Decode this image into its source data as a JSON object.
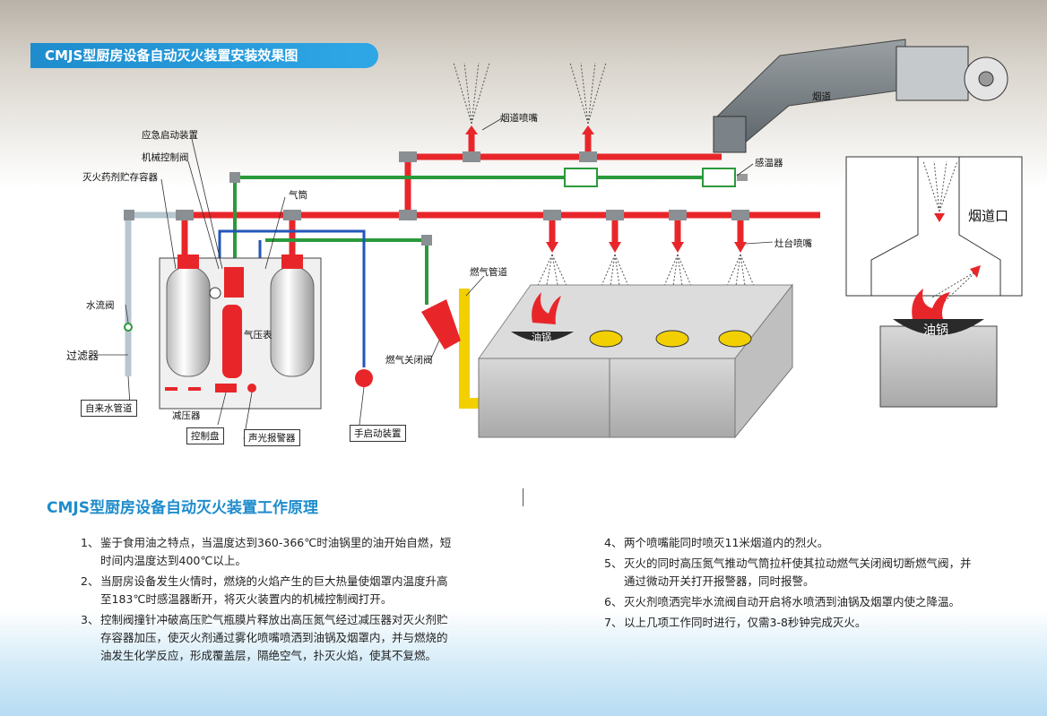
{
  "header": {
    "title": "CMJS型厨房设备自动灭火装置安装效果图"
  },
  "labels": {
    "emergency_start": "应急启动装置",
    "mechanical_valve": "机械控制阀",
    "agent_container": "灭火药剂贮存容器",
    "gas_cylinder": "气筒",
    "flue_nozzle": "烟道喷嘴",
    "temp_sensor": "感温器",
    "flue": "烟道",
    "stove_nozzle": "灶台喷嘴",
    "gas_pipe": "燃气管道",
    "gas_shutoff": "燃气关闭阀",
    "water_valve": "水流阀",
    "filter": "过滤器",
    "tap_water": "自来水管道",
    "reducer": "减压器",
    "control_panel": "控制盘",
    "alarm": "声光报警器",
    "manual_start": "手启动装置",
    "pressure_gauge": "气压表",
    "wok_left": "油锅",
    "flue_mouth": "烟道口",
    "wok_right": "油锅"
  },
  "principle": {
    "title": "CMJS型厨房设备自动灭火装置工作原理",
    "left_items": [
      {
        "num": "1、",
        "text": "鉴于食用油之特点，当温度达到360-366℃时油锅里的油开始自燃，短时间内温度达到400℃以上。"
      },
      {
        "num": "2、",
        "text": "当厨房设备发生火情时，燃烧的火焰产生的巨大热量使烟罩内温度升高至183℃时感温器断开，将灭火装置内的机械控制阀打开。"
      },
      {
        "num": "3、",
        "text": "控制阀撞针冲破高压贮气瓶膜片释放出高压氮气经过减压器对灭火剂贮存容器加压，使灭火剂通过雾化喷嘴喷洒到油锅及烟罩内，并与燃烧的油发生化学反应，形成覆盖层，隔绝空气，扑灭火焰，使其不复燃。"
      }
    ],
    "right_items": [
      {
        "num": "4、",
        "text": "两个喷嘴能同时喷灭11米烟道内的烈火。"
      },
      {
        "num": "5、",
        "text": "灭火的同时高压氮气推动气筒拉杆使其拉动燃气关闭阀切断燃气阀，并通过微动开关打开报警器，同时报警。"
      },
      {
        "num": "6、",
        "text": "灭火剂喷洒完毕水流阀自动开启将水喷洒到油锅及烟罩内使之降温。"
      },
      {
        "num": "7、",
        "text": "以上几项工作同时进行，仅需3-8秒钟完成灭火。"
      }
    ]
  },
  "colors": {
    "agent_pipe": "#e8262a",
    "water_pipe": "#2a9a3c",
    "gas_pipe_yellow": "#f2d000",
    "blue_line": "#2356b8",
    "accent": "#1e8ccd"
  }
}
